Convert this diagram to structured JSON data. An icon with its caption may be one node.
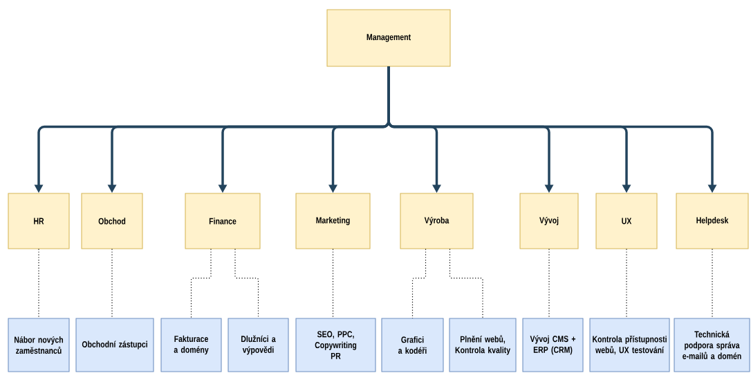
{
  "diagram": {
    "nodes": [
      {
        "text": [
          "Management"
        ]
      },
      {
        "text": [
          "HR"
        ]
      },
      {
        "text": [
          "Obchod"
        ]
      },
      {
        "text": [
          "Finance"
        ]
      },
      {
        "text": [
          "Marketing"
        ]
      },
      {
        "text": [
          "Výroba"
        ]
      },
      {
        "text": [
          "Vývoj"
        ]
      },
      {
        "text": [
          "UX"
        ]
      },
      {
        "text": [
          "Helpdesk"
        ]
      },
      {
        "text": [
          "Nábor nových zaměstnanců"
        ]
      },
      {
        "text": [
          "Obchodní zástupci"
        ]
      },
      {
        "text": [
          "Fakturace a domény"
        ]
      },
      {
        "text": [
          "Dlužníci a výpovědi"
        ]
      },
      {
        "text": [
          "SEO, PPC, Copywriting PR"
        ]
      },
      {
        "text": [
          "Grafici a kodéři"
        ]
      },
      {
        "text": [
          "Plnění webů, Kontrola kvality"
        ]
      },
      {
        "text": [
          "Vývoj CMS + ERP (CRM)"
        ]
      },
      {
        "text": [
          "Kontrola přístupnosti webů, UX testování"
        ]
      },
      {
        "text": [
          "Technická podpora správa e-mailů a domén"
        ]
      }
    ],
    "edges": [
      {
        "from": 0,
        "to": 1,
        "arrow": "to",
        "style": "thick",
        "color": "#23445d"
      },
      {
        "from": 0,
        "to": 2,
        "arrow": "to",
        "style": "thick",
        "color": "#23445d"
      },
      {
        "from": 0,
        "to": 3,
        "arrow": "to",
        "style": "thick",
        "color": "#23445d"
      },
      {
        "from": 0,
        "to": 4,
        "arrow": "to",
        "style": "thick",
        "color": "#23445d"
      },
      {
        "from": 0,
        "to": 5,
        "arrow": "to",
        "style": "thick",
        "color": "#23445d"
      },
      {
        "from": 0,
        "to": 6,
        "arrow": "to",
        "style": "thick",
        "color": "#23445d"
      },
      {
        "from": 0,
        "to": 7,
        "arrow": "to",
        "style": "thick",
        "color": "#23445d"
      },
      {
        "from": 0,
        "to": 8,
        "arrow": "to",
        "style": "thick",
        "color": "#23445d"
      },
      {
        "from": 1,
        "to": 9,
        "arrow": "none",
        "style": "dashed"
      },
      {
        "from": 2,
        "to": 10,
        "arrow": "none",
        "style": "dashed"
      },
      {
        "from": 3,
        "to": 11,
        "arrow": "none",
        "style": "dashed"
      },
      {
        "from": 3,
        "to": 12,
        "arrow": "none",
        "style": "dashed"
      },
      {
        "from": 4,
        "to": 13,
        "arrow": "none",
        "style": "dashed"
      },
      {
        "from": 5,
        "to": 14,
        "arrow": "none",
        "style": "dashed"
      },
      {
        "from": 5,
        "to": 15,
        "arrow": "none",
        "style": "dashed"
      },
      {
        "from": 6,
        "to": 16,
        "arrow": "none",
        "style": "dashed"
      },
      {
        "from": 7,
        "to": 17,
        "arrow": "none",
        "style": "dashed"
      },
      {
        "from": 8,
        "to": 18,
        "arrow": "none",
        "style": "dashed"
      }
    ]
  }
}
